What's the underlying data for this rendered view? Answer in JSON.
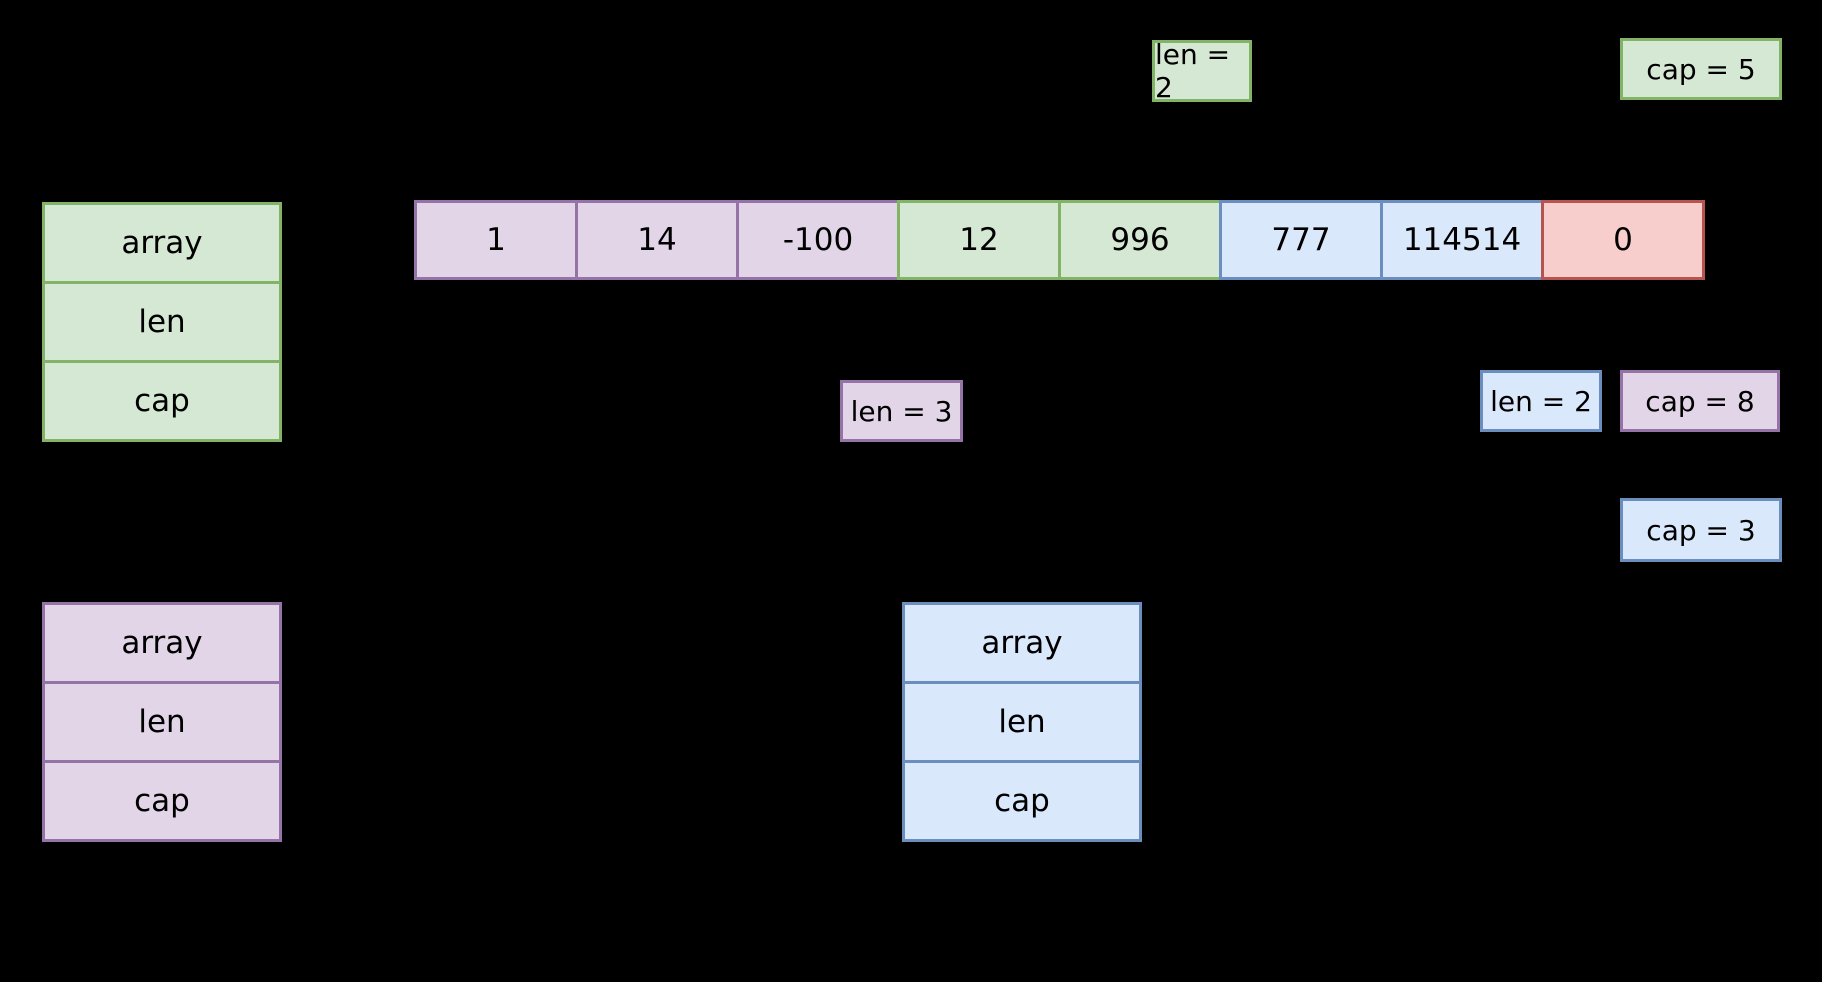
{
  "background": "#000000",
  "text_color": "#000000",
  "palette": {
    "green": {
      "fill": "#d5e8d4",
      "stroke": "#82b366"
    },
    "purple": {
      "fill": "#e1d5e7",
      "stroke": "#9673a6"
    },
    "blue": {
      "fill": "#dae8fc",
      "stroke": "#6c8ebf"
    },
    "red": {
      "fill": "#f8cecc",
      "stroke": "#b85450"
    }
  },
  "top_labels": {
    "len": {
      "text": "len = 2",
      "palette": "green"
    },
    "cap": {
      "text": "cap = 5",
      "palette": "green"
    }
  },
  "array": {
    "cells": [
      {
        "value": "1",
        "palette": "purple"
      },
      {
        "value": "14",
        "palette": "purple"
      },
      {
        "value": "-100",
        "palette": "purple"
      },
      {
        "value": "12",
        "palette": "green"
      },
      {
        "value": "996",
        "palette": "green"
      },
      {
        "value": "777",
        "palette": "blue"
      },
      {
        "value": "114514",
        "palette": "blue"
      },
      {
        "value": "0",
        "palette": "red"
      }
    ]
  },
  "mid_labels": {
    "len3": {
      "text": "len = 3",
      "palette": "purple"
    },
    "len2": {
      "text": "len = 2",
      "palette": "blue"
    },
    "cap8": {
      "text": "cap = 8",
      "palette": "purple"
    },
    "cap3": {
      "text": "cap = 3",
      "palette": "blue"
    }
  },
  "structs": {
    "original": {
      "palette": "green",
      "fields": [
        "array",
        "len",
        "cap"
      ]
    },
    "slice_a": {
      "palette": "purple",
      "fields": [
        "array",
        "len",
        "cap"
      ]
    },
    "slice_b": {
      "palette": "blue",
      "fields": [
        "array",
        "len",
        "cap"
      ]
    }
  }
}
